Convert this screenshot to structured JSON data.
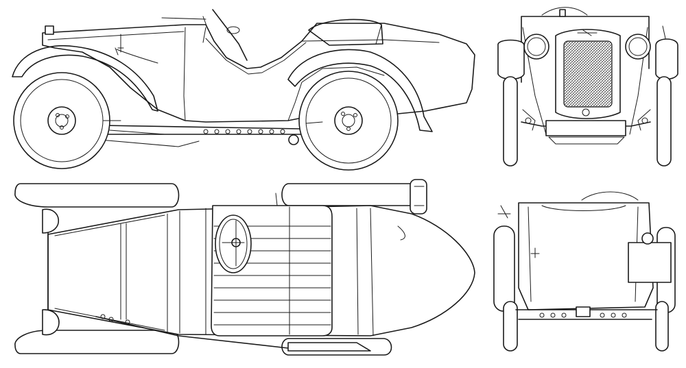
{
  "drawing": {
    "line_color": "#1a1a1a",
    "background": "#ffffff",
    "views": [
      "side-view",
      "front-view",
      "top-view",
      "rear-view"
    ]
  }
}
